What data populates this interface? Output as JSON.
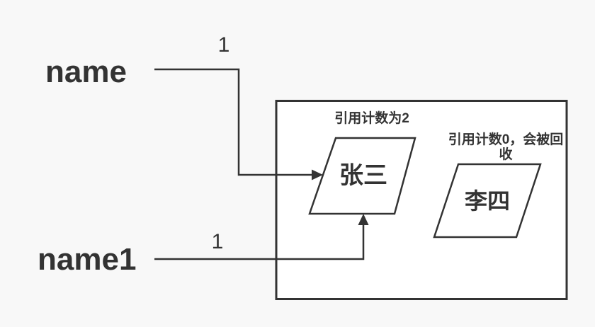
{
  "colors": {
    "background": "#f8f8f8",
    "line": "#333333",
    "text": "#333333",
    "box_fill": "#ffffff"
  },
  "references": [
    {
      "variable": "name",
      "count": "1"
    },
    {
      "variable": "name1",
      "count": "1"
    }
  ],
  "heap": {
    "objects": [
      {
        "value": "张三",
        "annotation": "引用计数为2"
      },
      {
        "value": "李四",
        "annotation": "引用计数0，会被回收"
      }
    ]
  }
}
